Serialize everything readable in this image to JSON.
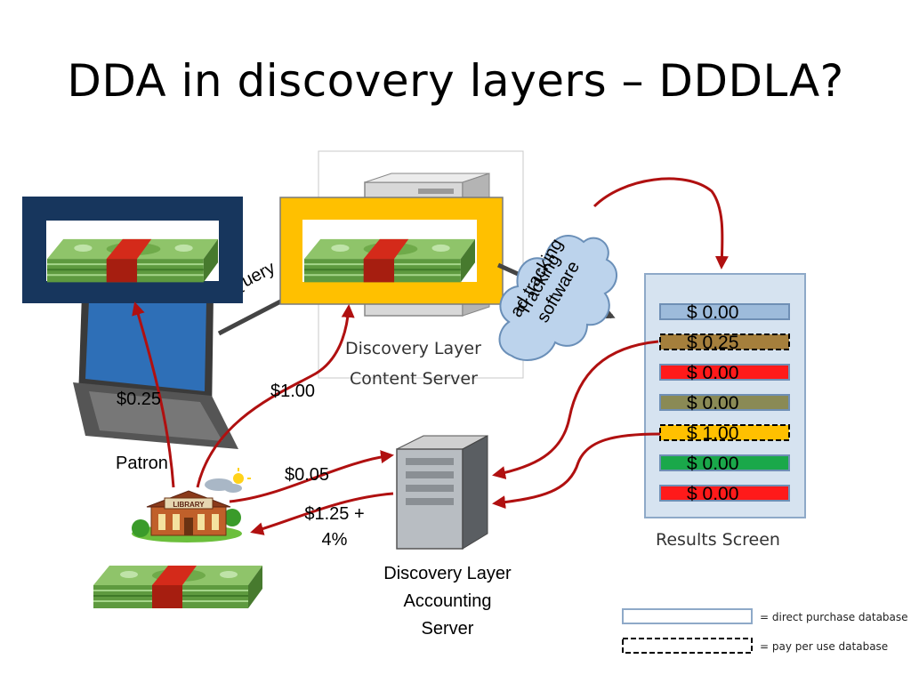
{
  "title": "DDA in discovery layers – DDDLA?",
  "labels": {
    "query": "Query",
    "patron": "Patron",
    "content_server_1": "Discovery Layer",
    "content_server_2": "Content Server",
    "ad_tracking_1": "ad tracking",
    "ad_tracking_2": "software",
    "ad_tracking_hidden": "Tracking",
    "results_screen": "Results Screen",
    "accounting_1": "Discovery Layer",
    "accounting_2": "Accounting",
    "accounting_3": "Server",
    "library_sign": "LIBRARY"
  },
  "flows": {
    "patron_pays": "$0.25",
    "content_pays": "$1.00",
    "to_accounting": "$0.05",
    "to_library_1": "$1.25 +",
    "to_library_2": "4%"
  },
  "results": [
    {
      "price": "$ 0.00",
      "color": "#9dbbdb",
      "dashed": false
    },
    {
      "price": "$ 0.25",
      "color": "#a57f3c",
      "dashed": true
    },
    {
      "price": "$ 0.00",
      "color": "#ff1a1a",
      "dashed": false
    },
    {
      "price": "$ 0.00",
      "color": "#8a8a55",
      "dashed": false
    },
    {
      "price": "$ 1.00",
      "color": "#ffc000",
      "dashed": true
    },
    {
      "price": "$ 0.00",
      "color": "#1aa84a",
      "dashed": false
    },
    {
      "price": "$ 0.00",
      "color": "#ff1a1a",
      "dashed": false
    }
  ],
  "legend": {
    "solid": "= direct purchase database",
    "dashed": "= pay per use database"
  },
  "colors": {
    "arrow": "#b01010",
    "patron_frame": "#17365d",
    "content_frame": "#ffc000",
    "results_panel": "#d6e3f0"
  }
}
